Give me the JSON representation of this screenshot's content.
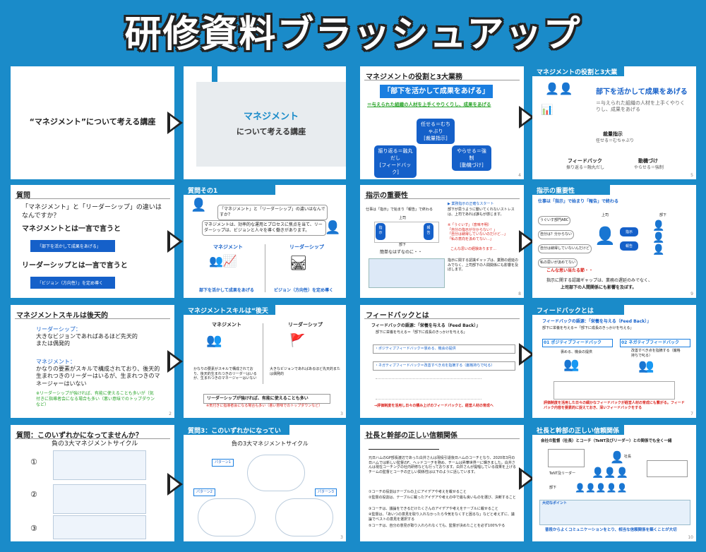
{
  "title": "研修資料ブラッシュアップ",
  "slides": {
    "s1": {
      "title": "“マネジメント”について考える講座"
    },
    "s2": {
      "title": "マネジメント",
      "subtitle": "について考える講座"
    },
    "s3": {
      "header": "マネジメントの役割と3大業務",
      "box": "「部下を活かして成果をあげる」",
      "sub": "＝与えられた組織の人材を上手くやりくりし、成果をあげる",
      "n1": "任せる＝むちゃぶり\n[裁量指示]",
      "n2": "振り返る＝融丸だし\n[フィードバック]",
      "n3": "やらせる＝強制\n[動機づけ]",
      "page": "4"
    },
    "s4": {
      "header": "マネジメントの役割と3大業務",
      "box": "部下を活かして成果をあげる",
      "sub": "＝与えられた組織の人材を上手くやりくりし、成果をあげる",
      "n1": "裁量指示",
      "n1b": "任せる＝むちゃぶり",
      "n2": "フィードバック",
      "n2b": "振り返る＝融丸だし",
      "n3": "動機づけ",
      "n3b": "やらせる＝強制",
      "page": "5"
    },
    "s5": {
      "header": "質問",
      "q": "「マネジメント」と「リーダーシップ」の違いはなんですか？",
      "h1": "マネジメントとは一言で言うと",
      "b1": "「部下を活かして成果をあげる」",
      "h2": "リーダーシップとは一言で言うと",
      "b2": "「ビジョン（方向性）」を定め導く"
    },
    "s6": {
      "header": "質問その1",
      "q": "「マネジメント」と「リーダーシップ」の違いはなんですか？",
      "a": "マネジメントは、効率的な運用とプロセスに焦点を当て、リーダーシップは、ビジョンと人々を導く働きがあります。",
      "l": "マネジメント",
      "r": "リーダーシップ",
      "lb": "部下を活かして成果をあげる",
      "rb": "ビジョン（方向性）を定め導く"
    },
    "s7": {
      "header": "指示の重要性",
      "left": "仕事は「指示」で始まり「報告」で終わる",
      "top": "上司",
      "bot": "部下",
      "a1": "指示",
      "a2": "報告",
      "mid": "簡単なはずなのに・・",
      "r1": "▶ 業務指示の正確なスタート",
      "r2": "部下が思うように動いてくれないストレスは、上司であれば誰もが感じます。",
      "r3": "※「うぐいす」（意味不明）\n「自分の指示が分からない！」\n「自分は納得していないのだけど…」\n「私の意向を汲めてない…」",
      "r4": "こんな思いの経験あります…",
      "r5": "指示に関する認識ギャップは、業務の遅延のみでなく、上司部下の人間関係にも影響を及ぼします。",
      "page": "8"
    },
    "s8": {
      "header": "指示の重要性",
      "lead": "仕事は「指示」で始まり「報告」で終わる",
      "boss": "上司",
      "sub": "部下",
      "b1": "指示",
      "b2": "報告",
      "bubble1": "うぐいす部門ABC",
      "bubble2": "自分は？分からない",
      "bubble3": "自分は納得していないんだけど",
      "bubble4": "私の思いが汲めてない",
      "red": "こんな思い当たる節・・",
      "foot1": "指示に関する認識ギャップは、業務の遅延のみでなく、",
      "foot2": "上司部下の人間関係にも影響を及ぼす。",
      "page": "9"
    },
    "s9": {
      "header": "マネジメントスキルは後天的",
      "l1": "リーダーシップ：",
      "l1b": "大きなビジョンであればあるほど先天的または偶発的",
      "l2": "マネジメント：",
      "l2b": "かなりの要素がスキルで構成されており、後天的生まれつきのリーダーはいるが、生まれつきのマネージャーはいない",
      "note": "※リーダーシップが強ければ、有能に使えることも多いが（気付きに指導者会になる場合も多い（悪い意味でのトップダウンなど）",
      "page": "2"
    },
    "s10": {
      "header": "マネジメントスキルは“後天的”",
      "l": "マネジメント",
      "r": "リーダーシップ",
      "lt": "かなりの要素がスキルで構成されており、後天的生まれつきのリーダーはいるが、生まれつきのマネージャーはいない",
      "rt": "大きなビジョンであればあるほど先天的または偶発的",
      "box": "リーダーシップが強ければ、有能に使えることも多い",
      "note": "※気付きに指導者会になる場合も多い（悪い意味でのトップダウンなど）",
      "page": "3"
    },
    "s11": {
      "header": "フィードバックとは",
      "t1": "フィードバックの語源：「栄養を与える（Feed Back）」",
      "t2": "部下に栄養を与える＝「部下に成長のきっかけを与える」",
      "p": "・ポジティブフィードバック＝褒める、機会の提供",
      "n": "・ネガティブフィードバック＝改善すべき点を指摘する（厳格持ちで叱る）",
      "foot": "→評価制度を活用し日々の積み上げのフィードバックと、経営人材の育成へ"
    },
    "s12": {
      "header": "フィードバックとは",
      "t1": "フィードバックの語源：「栄養を与える（Feed Back）」",
      "t2": "部下に栄養を与える＝「部下に成長のきっかけを与える」",
      "p": "01  ポジティブフィードバック",
      "n": "02  ネガティブフィードバック",
      "ps": "褒める、機会の提供",
      "ns": "改善すべき点を指摘する（厳格持ちで叱る）",
      "foot": "評価制度を活用した日々の細かなフィードバックが経営人材の育成にも繋がる。フィードバック内容を要素的に捉えておき、深いフィードバックをする",
      "page": "7"
    },
    "s13": {
      "header": "質問：このいずれかになってませんか？",
      "title": "負の3大マネジメントサイクル",
      "c1": "①",
      "c2": "②",
      "c3": "③"
    },
    "s14": {
      "header": "質問3：このいずれかになっていませんか？",
      "title": "負の3大マネジメントサイクル",
      "p1": "パターン1",
      "p2": "パターン2",
      "p3": "パターン3",
      "page": "3"
    },
    "s15": {
      "header": "社長と幹部の正しい信頼関係",
      "body": "元日ハムのGP部長渡辺であった白井さんは現役引退後日ハムのコーチとなり、2020年3月の日ハムでは新しい監督のF、ヘッドコーチを務め、チームは昇華世界一に輝きました。白井さんは現在コーチングの社内研修なども行っております。白井さんが提唱している成果を上げるチームの監督とコーチの正しい関係性は以下のように話しています。",
      "l1": "①コーチの役割はテーブルの上にアイデアや考えを載せること",
      "l2": "②監督の役割は、テーブルに載ったアイデアや考えの中で最も良いものを選び、決断すること",
      "l3": "③コーチは、議論をできるだけたくさんのアイデアや考えをテーブルに載せること",
      "l4": "④監督は、「あいつの意見を取り入れなかったら今気をなくすと困るな」などと考えずに、議論でベストの意見を選択する",
      "l5": "⑤コーチは、自分の意見が取り入れられなくても、監督が決めたことを必ず100%やる"
    },
    "s16": {
      "header": "社長と幹部の正しい信頼関係2",
      "lead": "会社の監督（社長）とコーチ（TeNT及びリーダー）との関係でも全く一緒",
      "c1": "社長",
      "c2": "TeNT及リーダー",
      "c3": "部下",
      "tip": "大切なポイント",
      "foot": "普段からよくコミュニケーションをとり、相当な信頼関係を築くことが大切",
      "page": "10"
    }
  }
}
